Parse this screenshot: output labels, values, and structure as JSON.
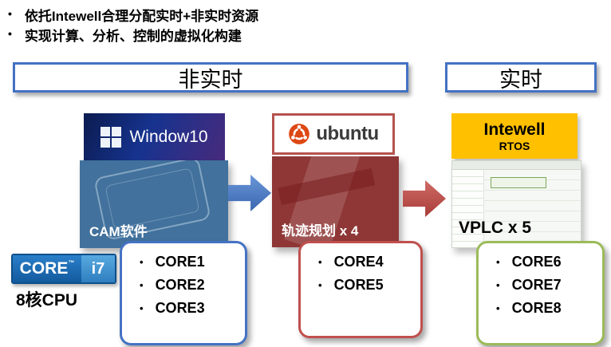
{
  "bullet_glyph": "•",
  "bullets": [
    "依托Intewell合理分配实时+非实时资源",
    "实现计算、分析、控制的虚拟化构建"
  ],
  "headers": {
    "non_realtime": "非实时",
    "realtime": "实时"
  },
  "columns": [
    {
      "os_label": "Window10",
      "app_label": "CAM软件",
      "cores": [
        "CORE1",
        "CORE2",
        "CORE3"
      ]
    },
    {
      "os_label": "ubuntu",
      "app_label": "轨迹规划 x 4",
      "cores": [
        "CORE4",
        "CORE5"
      ]
    },
    {
      "os_label": "Intewell",
      "os_sub": "RTOS",
      "app_label": "VPLC x 5",
      "cores": [
        "CORE6",
        "CORE7",
        "CORE8"
      ]
    }
  ],
  "cpu": {
    "brand": "CORE",
    "trademark": "™",
    "model": "i7",
    "label": "8核CPU"
  },
  "colors": {
    "blue_accent": "#4472C4",
    "steel_blue": "#41719C",
    "dark_red": "#8E3736",
    "red_accent": "#C0504D",
    "orange": "#FFC000",
    "ubuntu_orange": "#DD4814",
    "green_accent": "#9BBB59"
  }
}
